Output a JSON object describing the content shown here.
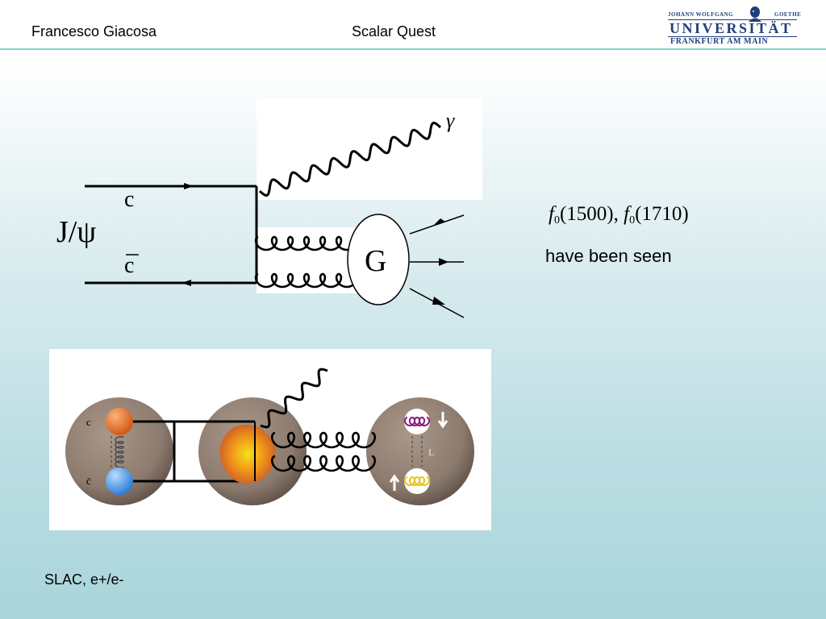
{
  "header": {
    "author": "Francesco Giacosa",
    "title": "Scalar Quest"
  },
  "logo": {
    "line1_left": "JOHANN WOLFGANG",
    "line1_right": "GOETHE",
    "name": "UNIVERSITÄT",
    "city": "FRANKFURT AM MAIN"
  },
  "diagram": {
    "photon_label": "γ",
    "meson_label": "J/ψ",
    "quark_label": "c",
    "antiquark_label": "c",
    "glueball_label": "G"
  },
  "picture": {
    "quark_label": "c",
    "antiquark_label": "c̄",
    "spin_label": "L",
    "colors": {
      "quark": "#e8762d",
      "antiquark": "#4a9be8",
      "sphere": "#8c7b6e",
      "glueball_top": "#8b1a7a",
      "glueball_bottom": "#e6c419"
    }
  },
  "formula": {
    "f_symbol": "f",
    "subscript": "0",
    "first_mass": "(1500),",
    "second_mass": "(1710)"
  },
  "seen_note": "have been seen",
  "footnote": "SLAC, e+/e-"
}
